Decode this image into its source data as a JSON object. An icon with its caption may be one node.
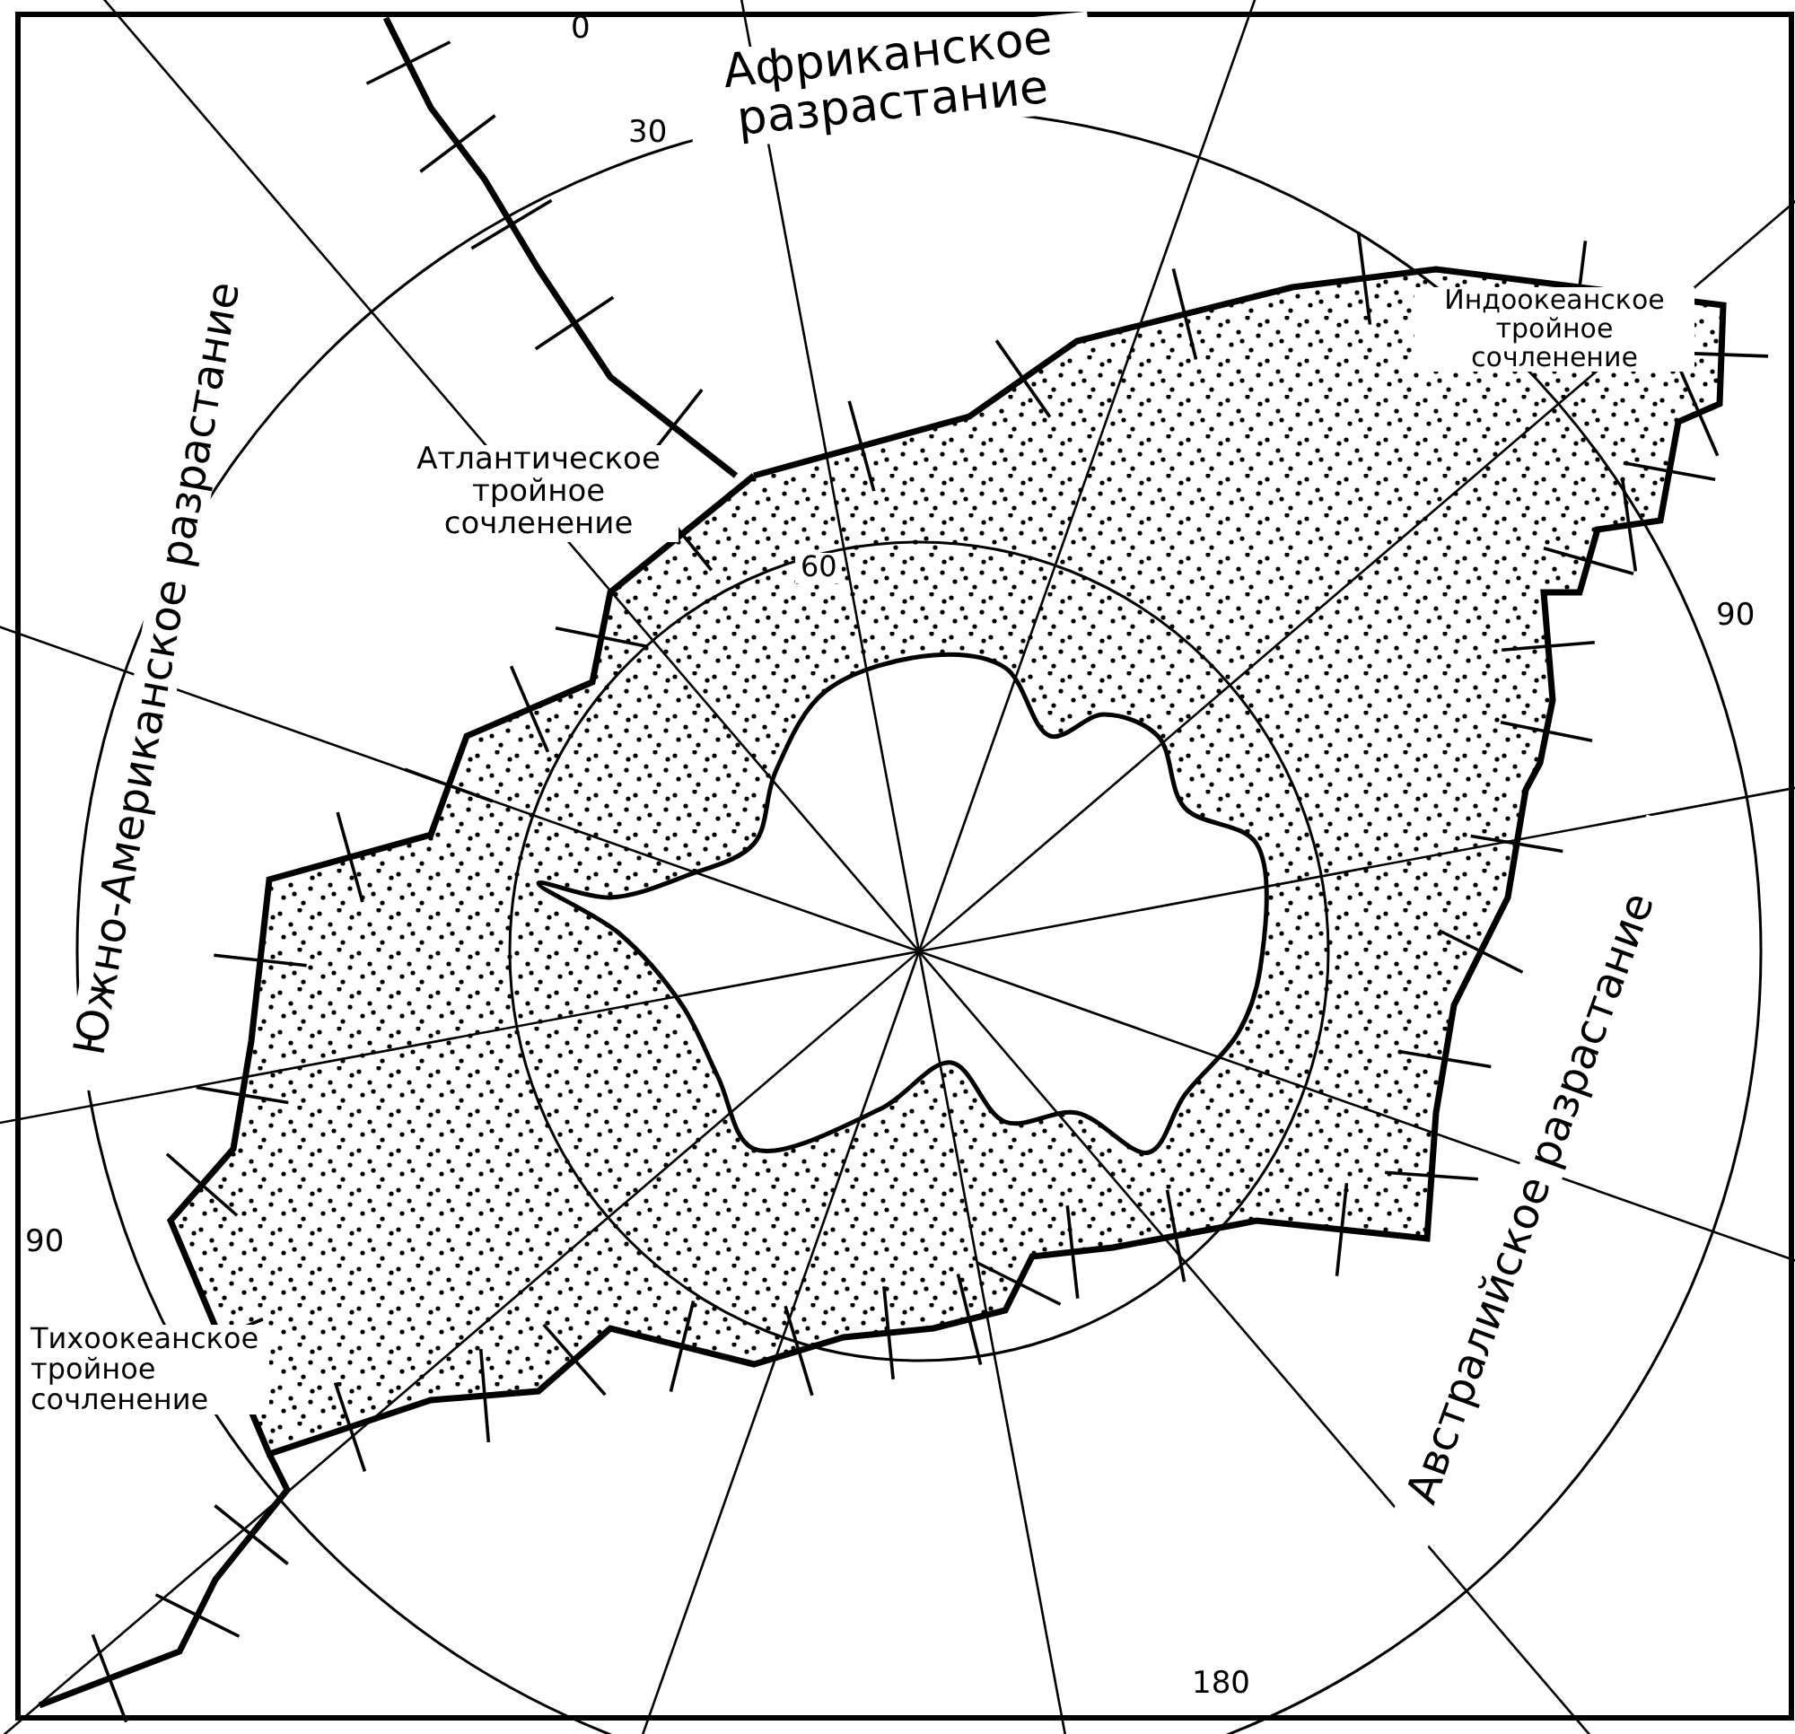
{
  "diagram": {
    "labels": [
      "0",
      "Африканское разрастание",
      "30",
      "Индоокеанское тройное сочленение",
      "Атлантическое тройное сочленение",
      "60",
      "Южно-Американское разрастание",
      "90",
      "Австралийское разрастание",
      "90",
      "Тихоокеанское тройное сочленение",
      "180"
    ]
  }
}
